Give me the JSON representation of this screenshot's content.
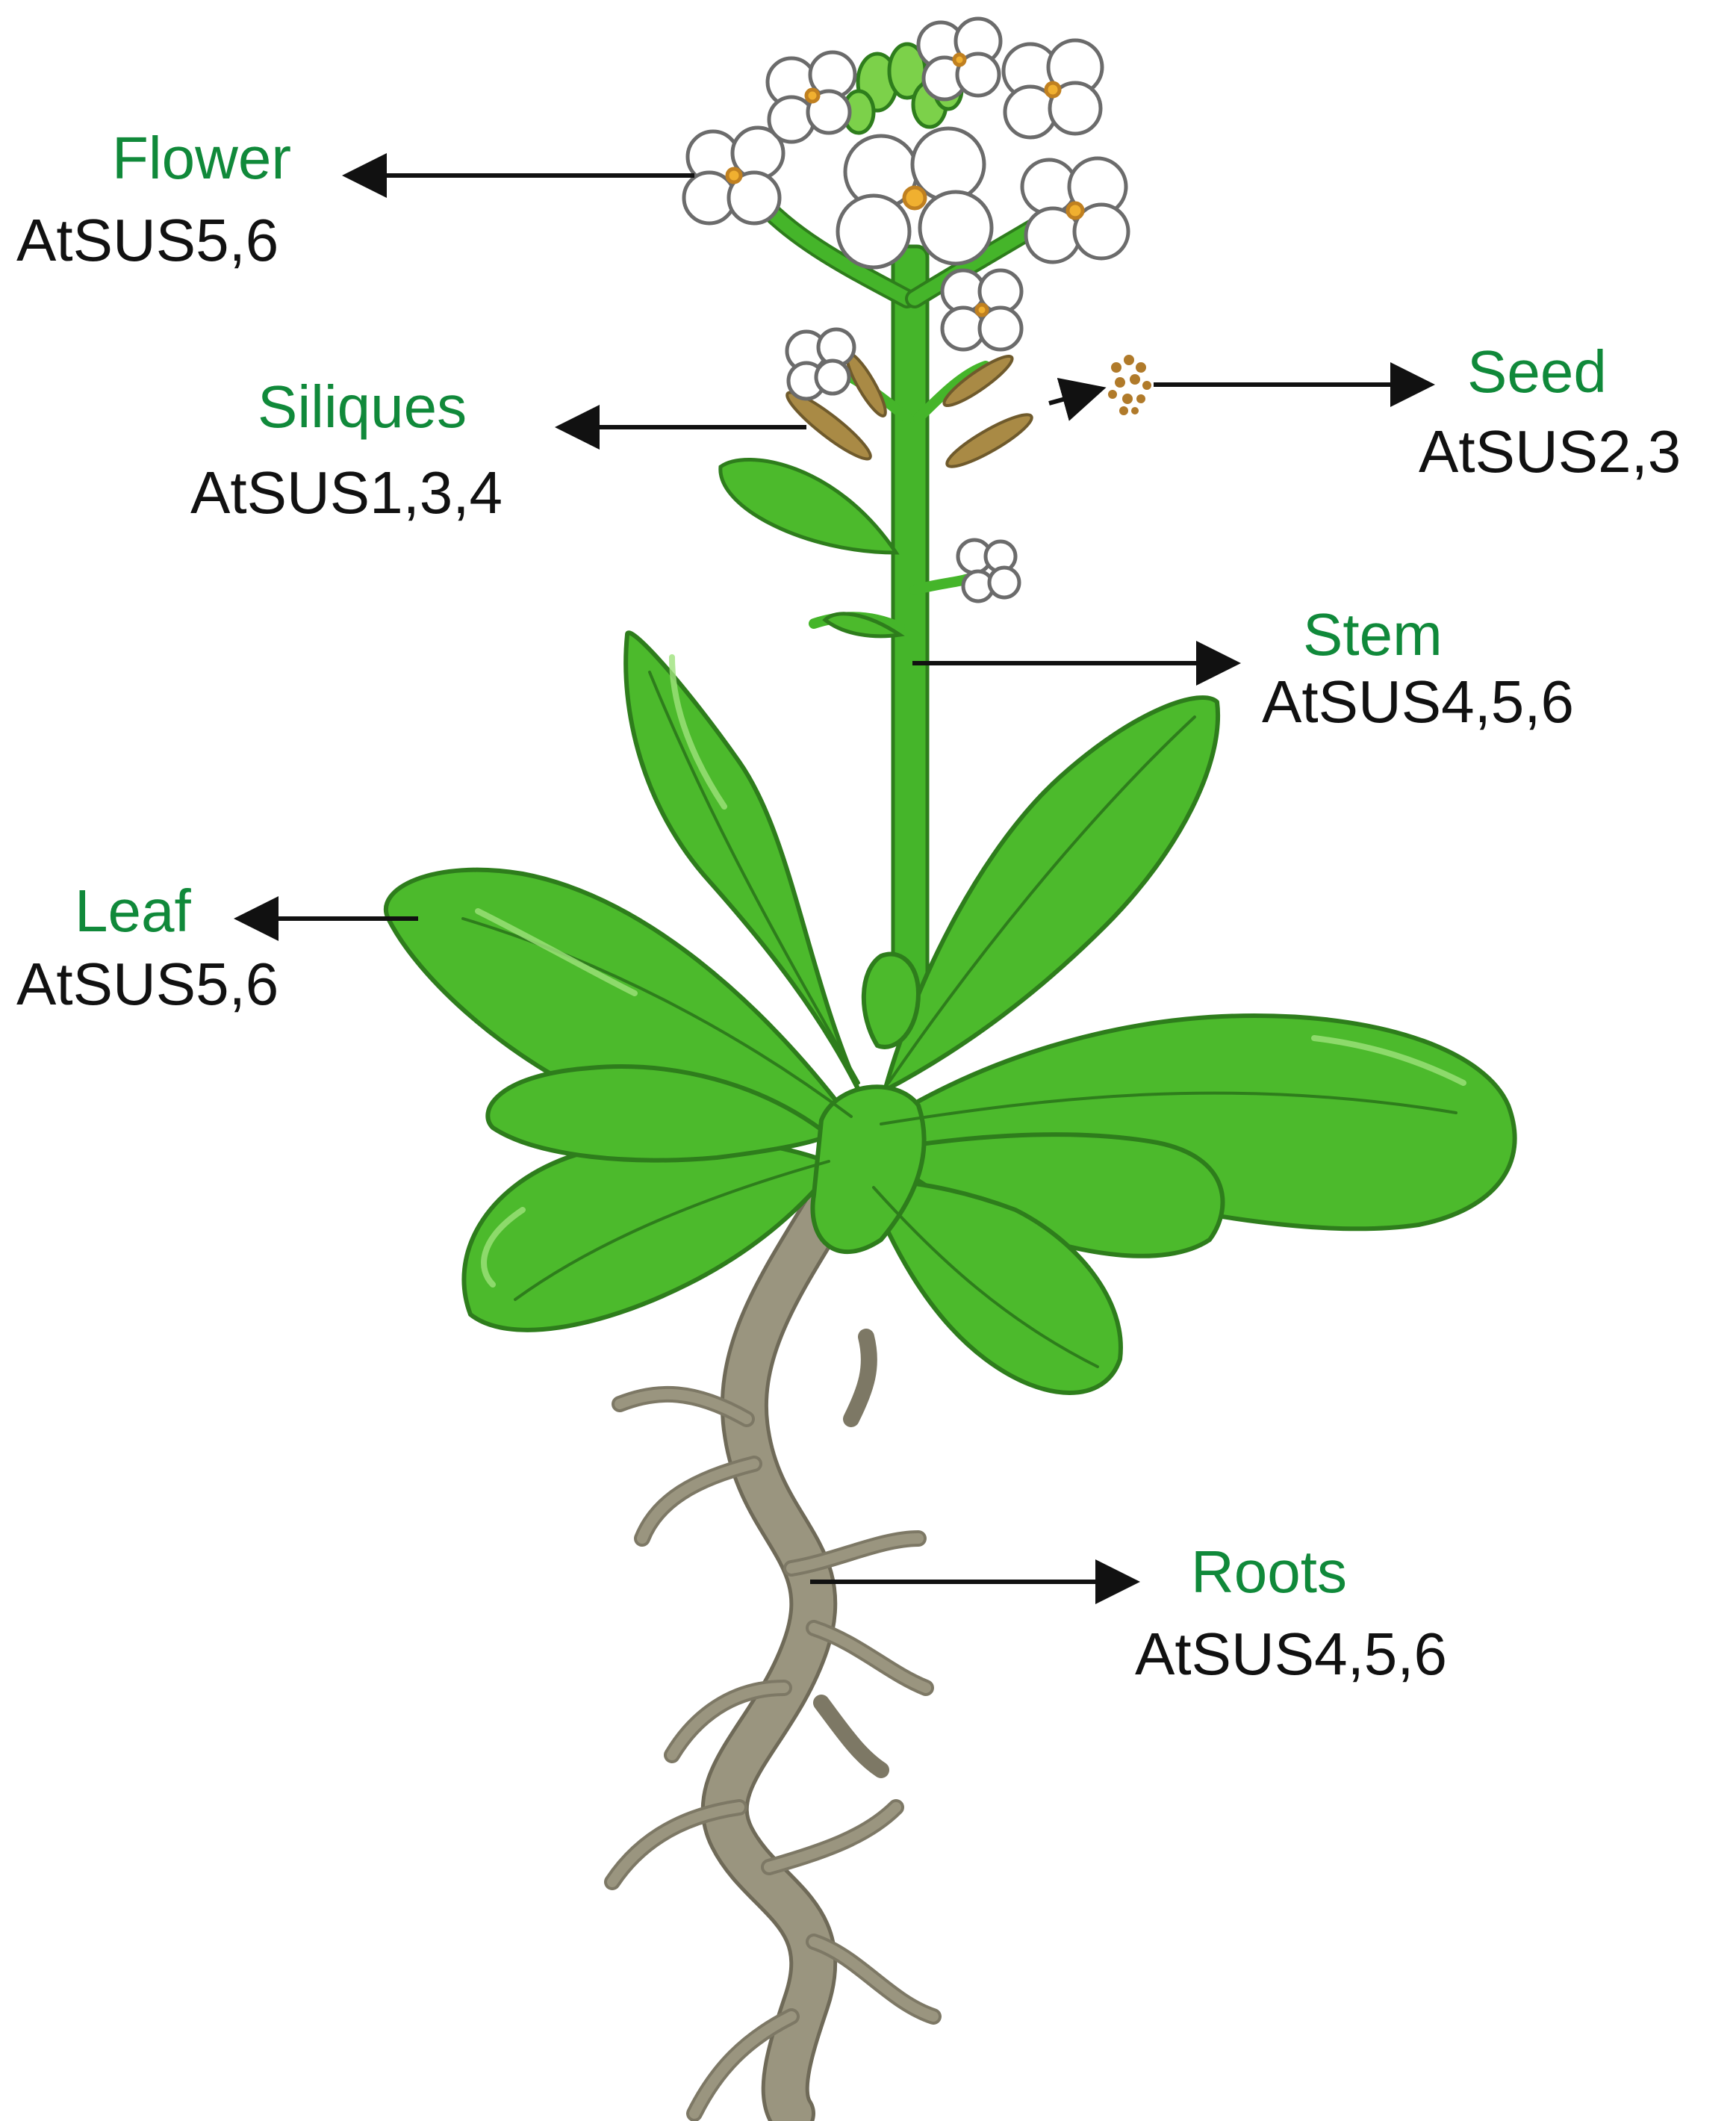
{
  "colors": {
    "organ_text": "#10893a",
    "gene_text": "#111111",
    "leaf_fill": "#4cba2c",
    "leaf_stroke": "#2e7d1c",
    "stem": "#45b52a",
    "root": "#9a957f",
    "root_stroke": "#6f6a58",
    "silique": "#a98a45",
    "flower": "#ffffff",
    "flower_center": "#f0b030",
    "arrow": "#111111"
  },
  "labels": {
    "flower": {
      "organ": "Flower",
      "genes": "AtSUS5,6"
    },
    "siliques": {
      "organ": "Siliques",
      "genes": "AtSUS1,3,4"
    },
    "seed": {
      "organ": "Seed",
      "genes": "AtSUS2,3"
    },
    "stem": {
      "organ": "Stem",
      "genes": "AtSUS4,5,6"
    },
    "leaf": {
      "organ": "Leaf",
      "genes": "AtSUS5,6"
    },
    "roots": {
      "organ": "Roots",
      "genes": "AtSUS4,5,6"
    }
  }
}
